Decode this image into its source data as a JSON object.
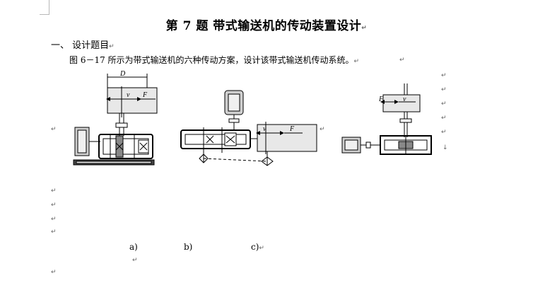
{
  "document": {
    "title": "第 7 题  带式输送机的传动装置设计",
    "section_heading": "一、 设计题目",
    "paragraph": "图 6－17 所示为带式输送机的六种传动方案，设计该带式输送机传动系统。",
    "paragraph_mark": "↵",
    "mark_down": "↓",
    "figure": {
      "labels": [
        "a)",
        "b)",
        "c)"
      ],
      "symbols": {
        "D": "D",
        "v": "v",
        "F": "F"
      }
    }
  }
}
